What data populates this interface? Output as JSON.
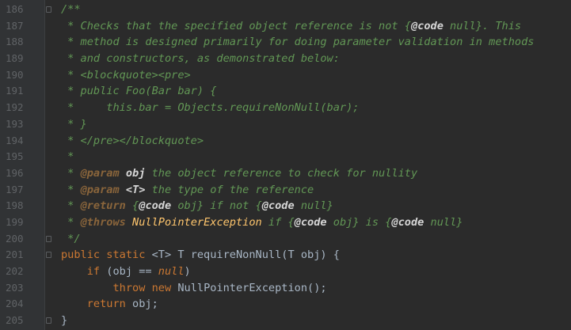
{
  "editor": {
    "lines": [
      {
        "num": "186",
        "tokens": [
          {
            "t": "/**",
            "c": "doc"
          }
        ]
      },
      {
        "num": "187",
        "tokens": [
          {
            "t": " * Checks that the specified object reference is not {",
            "c": "doc"
          },
          {
            "t": "@code",
            "c": "tagwhite"
          },
          {
            "t": " null}. This",
            "c": "doc"
          }
        ]
      },
      {
        "num": "188",
        "tokens": [
          {
            "t": " * method is designed primarily for doing parameter validation in methods",
            "c": "doc"
          }
        ]
      },
      {
        "num": "189",
        "tokens": [
          {
            "t": " * and constructors, as demonstrated below:",
            "c": "doc"
          }
        ]
      },
      {
        "num": "190",
        "tokens": [
          {
            "t": " * <blockquote><pre>",
            "c": "doc"
          }
        ]
      },
      {
        "num": "191",
        "tokens": [
          {
            "t": " * public Foo(Bar bar) {",
            "c": "doc"
          }
        ]
      },
      {
        "num": "192",
        "tokens": [
          {
            "t": " *     this.bar = Objects.requireNonNull(bar);",
            "c": "doc"
          }
        ]
      },
      {
        "num": "193",
        "tokens": [
          {
            "t": " * }",
            "c": "doc"
          }
        ]
      },
      {
        "num": "194",
        "tokens": [
          {
            "t": " * </pre></blockquote>",
            "c": "doc"
          }
        ]
      },
      {
        "num": "195",
        "tokens": [
          {
            "t": " *",
            "c": "doc"
          }
        ]
      },
      {
        "num": "196",
        "tokens": [
          {
            "t": " * ",
            "c": "doc"
          },
          {
            "t": "@param",
            "c": "tagv"
          },
          {
            "t": " ",
            "c": "doc"
          },
          {
            "t": "obj",
            "c": "tagwhite"
          },
          {
            "t": " the object reference to check for nullity",
            "c": "doc"
          }
        ]
      },
      {
        "num": "197",
        "tokens": [
          {
            "t": " * ",
            "c": "doc"
          },
          {
            "t": "@param",
            "c": "tagv"
          },
          {
            "t": " ",
            "c": "doc"
          },
          {
            "t": "<T>",
            "c": "tagwhite"
          },
          {
            "t": " the type of the reference",
            "c": "doc"
          }
        ]
      },
      {
        "num": "198",
        "tokens": [
          {
            "t": " * ",
            "c": "doc"
          },
          {
            "t": "@return",
            "c": "tagv"
          },
          {
            "t": " {",
            "c": "doc"
          },
          {
            "t": "@code",
            "c": "tagwhite"
          },
          {
            "t": " obj} if not {",
            "c": "doc"
          },
          {
            "t": "@code",
            "c": "tagwhite"
          },
          {
            "t": " null}",
            "c": "doc"
          }
        ]
      },
      {
        "num": "199",
        "tokens": [
          {
            "t": " * ",
            "c": "doc"
          },
          {
            "t": "@throws",
            "c": "tagv"
          },
          {
            "t": " ",
            "c": "doc"
          },
          {
            "t": "NullPointerException",
            "c": "at"
          },
          {
            "t": " if {",
            "c": "doc"
          },
          {
            "t": "@code",
            "c": "tagwhite"
          },
          {
            "t": " obj} is {",
            "c": "doc"
          },
          {
            "t": "@code",
            "c": "tagwhite"
          },
          {
            "t": " null}",
            "c": "doc"
          }
        ]
      },
      {
        "num": "200",
        "tokens": [
          {
            "t": " */",
            "c": "doc"
          }
        ]
      },
      {
        "num": "201",
        "tokens": [
          {
            "t": "public static ",
            "c": "kw"
          },
          {
            "t": "<T>",
            "c": "pun"
          },
          {
            "t": " T requireNonNull(T obj) {",
            "c": "id"
          }
        ]
      },
      {
        "num": "202",
        "tokens": [
          {
            "t": "    ",
            "c": "id"
          },
          {
            "t": "if",
            "c": "kw"
          },
          {
            "t": " (obj == ",
            "c": "id"
          },
          {
            "t": "null",
            "c": "kwi"
          },
          {
            "t": ")",
            "c": "id"
          }
        ]
      },
      {
        "num": "203",
        "tokens": [
          {
            "t": "        ",
            "c": "id"
          },
          {
            "t": "throw new ",
            "c": "kw"
          },
          {
            "t": "NullPointerException();",
            "c": "id"
          }
        ]
      },
      {
        "num": "204",
        "tokens": [
          {
            "t": "    ",
            "c": "id"
          },
          {
            "t": "return",
            "c": "kw"
          },
          {
            "t": " obj;",
            "c": "id"
          }
        ]
      },
      {
        "num": "205",
        "tokens": [
          {
            "t": "}",
            "c": "id"
          }
        ]
      }
    ]
  },
  "colors": {
    "background": "#2b2b2b",
    "gutter": "#313335",
    "line_number": "#606366",
    "doc_comment": "#629755",
    "keyword": "#cc7832",
    "identifier": "#a9b7c6",
    "doc_tag_emphasis": "#ffc66d"
  },
  "fold_markers": [
    "fold-open-icon",
    "fold-close-icon"
  ]
}
